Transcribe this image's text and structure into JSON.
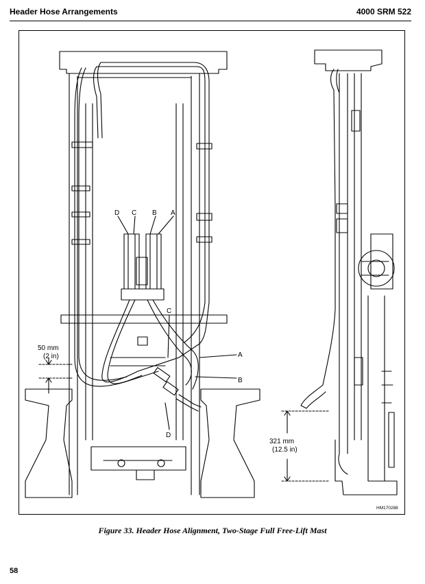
{
  "header": {
    "section_title": "Header Hose Arrangements",
    "doc_id": "4000 SRM 522"
  },
  "figure": {
    "callouts": {
      "a_top": "A",
      "b_top": "B",
      "c_top": "C",
      "d_top": "D",
      "c_mid": "C",
      "a_right": "A",
      "b_right": "B",
      "d_bottom": "D"
    },
    "dim_50_mm": "50 mm",
    "dim_50_in": "(2 in)",
    "dim_321_mm": "321 mm",
    "dim_321_in": "(12.5 in)",
    "figure_code": "HM170288"
  },
  "caption": "Figure 33.  Header Hose Alignment, Two-Stage Full Free-Lift Mast",
  "page_number": "58"
}
